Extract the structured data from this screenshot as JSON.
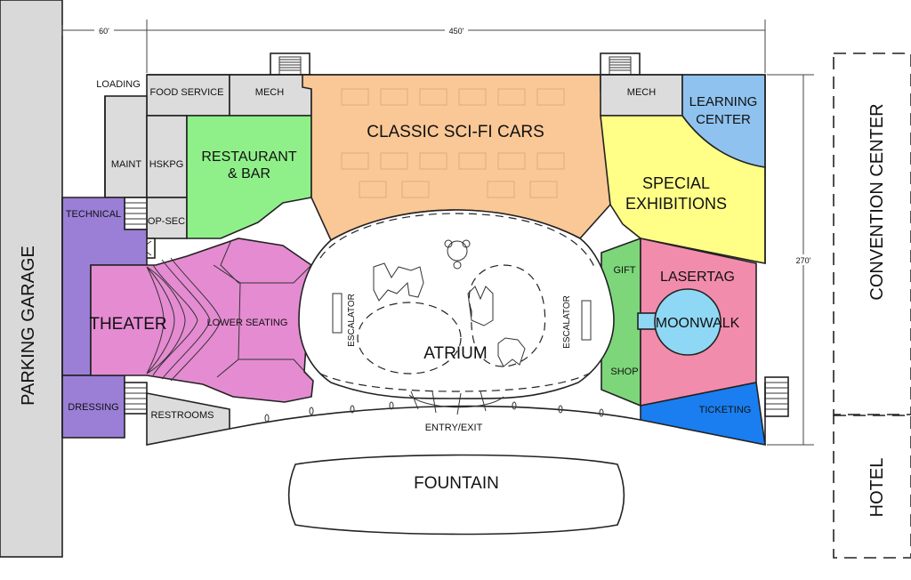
{
  "colors": {
    "garage": "#d9d9d9",
    "service": "#dcdcdc",
    "theater": "#e58bd2",
    "technical": "#9b7fd6",
    "restaurant": "#8ff08a",
    "scifi": "#f9c896",
    "special": "#ffff88",
    "learning": "#8fc2ef",
    "gift": "#7dd67a",
    "lasertag": "#f28cac",
    "moonwalk": "#8fd8f5",
    "ticketing": "#1a7ef0",
    "convention": "#dedede"
  },
  "labels": {
    "parking_garage": "PARKING GARAGE",
    "convention_center": "CONVENTION CENTER",
    "hotel": "HOTEL",
    "dim_60": "60'",
    "dim_450": "450'",
    "dim_270": "270'",
    "loading": "LOADING",
    "food_service": "FOOD SERVICE",
    "mech_left": "MECH",
    "mech_right": "MECH",
    "maint": "MAINT",
    "hskpg": "HSKPG",
    "op_sec": "OP-SEC",
    "technical": "TECHNICAL",
    "restaurant_line1": "RESTAURANT",
    "restaurant_line2": "& BAR",
    "classic_scifi": "CLASSIC SCI-FI CARS",
    "learning_line1": "LEARNING",
    "learning_line2": "CENTER",
    "special_line1": "SPECIAL",
    "special_line2": "EXHIBITIONS",
    "theater": "THEATER",
    "lower_seating": "LOWER SEATING",
    "escalator_left": "ESCALATOR",
    "escalator_right": "ESCALATOR",
    "atrium": "ATRIUM",
    "gift": "GIFT",
    "shop": "SHOP",
    "lasertag": "LASERTAG",
    "moonwalk": "MOONWALK",
    "ticketing": "TICKETING",
    "dressing": "DRESSING",
    "restrooms": "RESTROOMS",
    "entry_exit": "ENTRY/EXIT",
    "fountain": "FOUNTAIN"
  }
}
